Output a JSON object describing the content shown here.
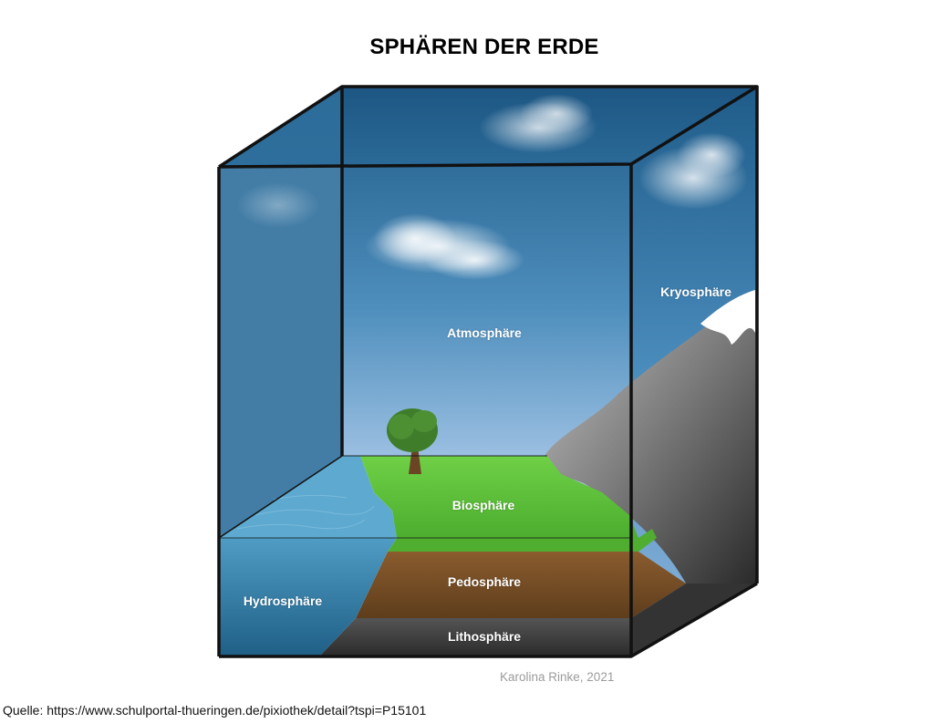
{
  "title": "SPHÄREN DER ERDE",
  "labels": {
    "atmosphere": "Atmosphäre",
    "cryosphere": "Kryosphäre",
    "biosphere": "Biosphäre",
    "pedosphere": "Pedosphäre",
    "hydrosphere": "Hydrosphäre",
    "lithosphere": "Lithosphäre"
  },
  "credit": "Karolina Rinke, 2021",
  "source": "Quelle: https://www.schulportal-thueringen.de/pixiothek/detail?tspi=P15101",
  "colors": {
    "sky_top": "#235f8c",
    "sky_bottom": "#c9ddf3",
    "grass": "#5cc23c",
    "soil": "#7a5128",
    "water": "#2d7aa1",
    "rock": "#3a3a3a",
    "snow": "#ffffff"
  }
}
